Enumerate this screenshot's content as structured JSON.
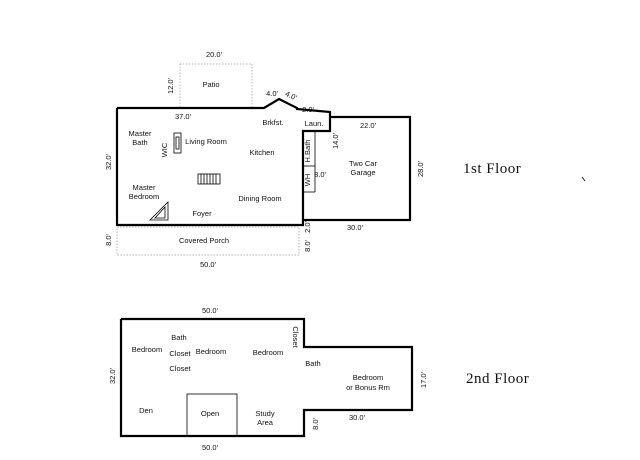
{
  "floor1": {
    "title": "1st Floor",
    "rooms": {
      "patio": "Patio",
      "master_bath_line1": "Master",
      "master_bath_line2": "Bath",
      "wic": "WIC",
      "living_room": "Living Room",
      "brkfst": "Brkfst.",
      "laun": "Laun.",
      "kitchen": "Kitchen",
      "h_bath": "H.Bath",
      "wh": "WH",
      "garage_line1": "Two Car",
      "garage_line2": "Garage",
      "master_bedroom_line1": "Master",
      "master_bedroom_line2": "Bedroom",
      "dining_room": "Dining Room",
      "foyer": "Foyer",
      "covered_porch": "Covered Porch"
    },
    "dimensions": {
      "patio_width": "20.0'",
      "patio_depth": "12.0'",
      "bump_a": "4.0'",
      "bump_b": "4.0'",
      "laundry_offset": "2.0'",
      "house_top": "37.0'",
      "garage_top": "22.0'",
      "house_depth": "32.0'",
      "hbath_depth": "14.0'",
      "garage_depth": "28.0'",
      "wh_width": "8.0'",
      "garage_bottom": "30.0'",
      "porch_offset": "2.0'",
      "porch_depth_right": "8.0'",
      "porch_depth_left": "8.0'",
      "overall_width": "50.0'"
    }
  },
  "floor2": {
    "title": "2nd Floor",
    "rooms": {
      "bath_left": "Bath",
      "bedroom_left": "Bedroom",
      "closet_1": "Closet",
      "bedroom_mid": "Bedroom",
      "bedroom_right": "Bedroom",
      "closet_vertical": "Closet",
      "closet_2": "Closet",
      "bath_right": "Bath",
      "bonus_line1": "Bedroom",
      "bonus_line2": "or Bonus Rm",
      "den": "Den",
      "open": "Open",
      "study_line1": "Study",
      "study_line2": "Area"
    },
    "dimensions": {
      "top_width": "50.0'",
      "left_depth": "32.0'",
      "right_depth": "17.0'",
      "bottom_offset": "8.0'",
      "bonus_width": "30.0'",
      "bottom_width": "50.0'"
    }
  }
}
